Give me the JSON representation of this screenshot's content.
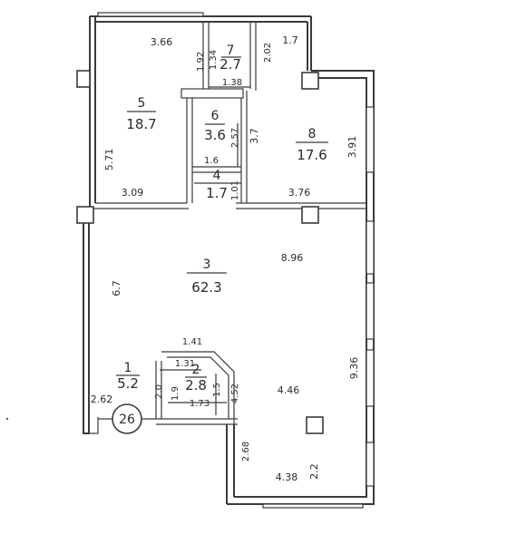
{
  "rooms": [
    {
      "number": "5",
      "area": "18.7"
    },
    {
      "number": "7",
      "area": "2.7"
    },
    {
      "number": "6",
      "area": "3.6"
    },
    {
      "number": "8",
      "area": "17.6"
    },
    {
      "number": "4",
      "area": "1.7"
    },
    {
      "number": "3",
      "area": "62.3"
    },
    {
      "number": "1",
      "area": "5.2"
    },
    {
      "number": "2",
      "area": "2.8"
    }
  ],
  "dimensions": {
    "d_3_66": "3.66",
    "d_1_92": "1.92",
    "d_1_34": "1.34",
    "d_2_02": "2.02",
    "d_1_7_top": "1.7",
    "d_1_38": "1.38",
    "d_2_57": "2.57",
    "d_3_7": "3.7",
    "d_5_71": "5.71",
    "d_3_91": "3.91",
    "d_1_6": "1.6",
    "d_1_01": "1.01",
    "d_3_09": "3.09",
    "d_3_76": "3.76",
    "d_8_96": "8.96",
    "d_6_7": "6.7",
    "d_1_41": "1.41",
    "d_1_31": "1.31",
    "d_9_36": "9.36",
    "d_2_0": "2.0",
    "d_1_9": "1.9",
    "d_1_5": "1.5",
    "d_4_52": "4.52",
    "d_4_46": "4.46",
    "d_1_73": "1.73",
    "d_2_62": "2.62",
    "d_2_68": "2.68",
    "d_4_38": "4.38",
    "d_2_2": "2.2"
  },
  "plan_number": "26"
}
